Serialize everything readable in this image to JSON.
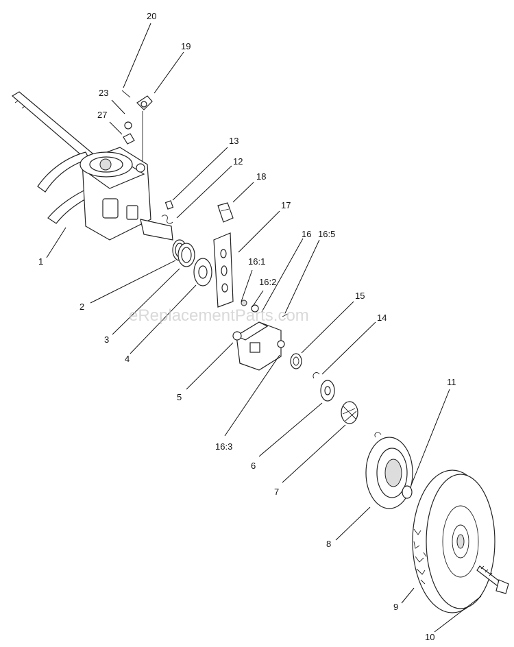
{
  "watermark": "eReplacementParts.com",
  "callouts": [
    "20",
    "19",
    "23",
    "27",
    "13",
    "12",
    "18",
    "17",
    "16",
    "16:5",
    "16:1",
    "16:2",
    "15",
    "14",
    "1",
    "2",
    "3",
    "4",
    "5",
    "16:3",
    "6",
    "7",
    "11",
    "8",
    "9",
    "10"
  ]
}
